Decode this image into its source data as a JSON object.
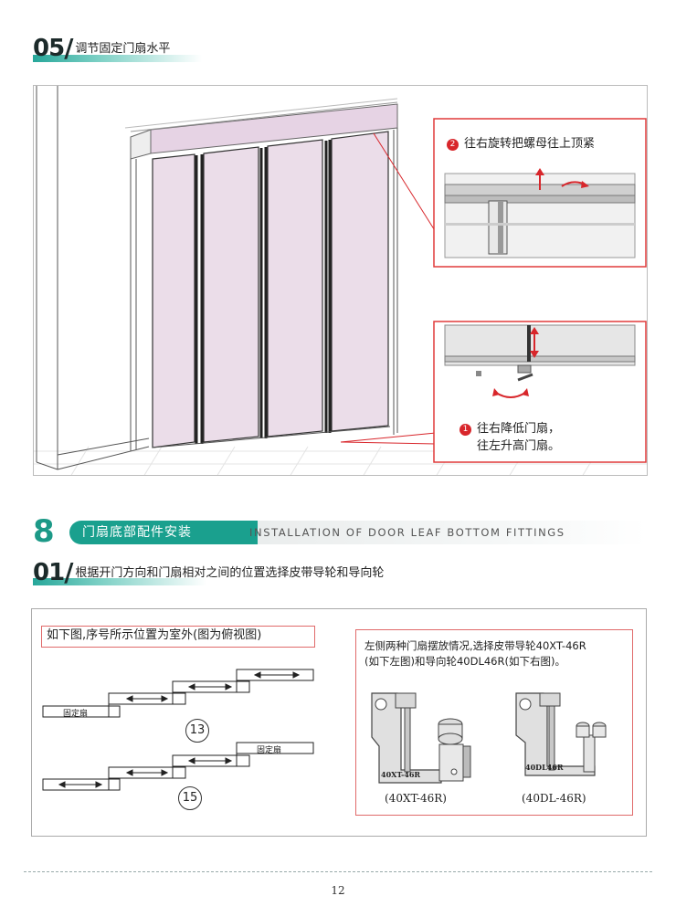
{
  "step05": {
    "num": "05",
    "slash": "/",
    "title": "调节固定门扇水平"
  },
  "callout_top": {
    "num": "2",
    "text": "往右旋转把螺母往上顶紧"
  },
  "callout_bottom": {
    "num": "1",
    "line1": "往右降低门扇，",
    "line2": "往左升高门扇。"
  },
  "section8": {
    "num": "8",
    "title": "门扇底部配件安装",
    "en": "INSTALLATION OF DOOR LEAF BOTTOM FITTINGS"
  },
  "step01": {
    "num": "01",
    "slash": "/",
    "title": "根据开门方向和门扇相对之间的位置选择皮带导轮和导向轮"
  },
  "fig2": {
    "caption_left": "如下图,序号所示位置为室外(图为俯视图)",
    "caption_right_1": "左侧两种门扇摆放情况,选择皮带导轮40XT-46R",
    "caption_right_2": "(如下左图)和导向轮40DL46R(如下右图)。",
    "fixed_leaf": "固定扇",
    "circle_a": "13",
    "circle_b": "15",
    "part_a_label": "(40XT-46R)",
    "part_b_label": "(40DL-46R)",
    "part_a_stamp": "40XT-46R",
    "part_b_stamp": "40DL46R"
  },
  "page_number": "12",
  "colors": {
    "accent": "#1aa08e",
    "callout_red": "#d8262b",
    "frame_red": "#e03a3a"
  }
}
